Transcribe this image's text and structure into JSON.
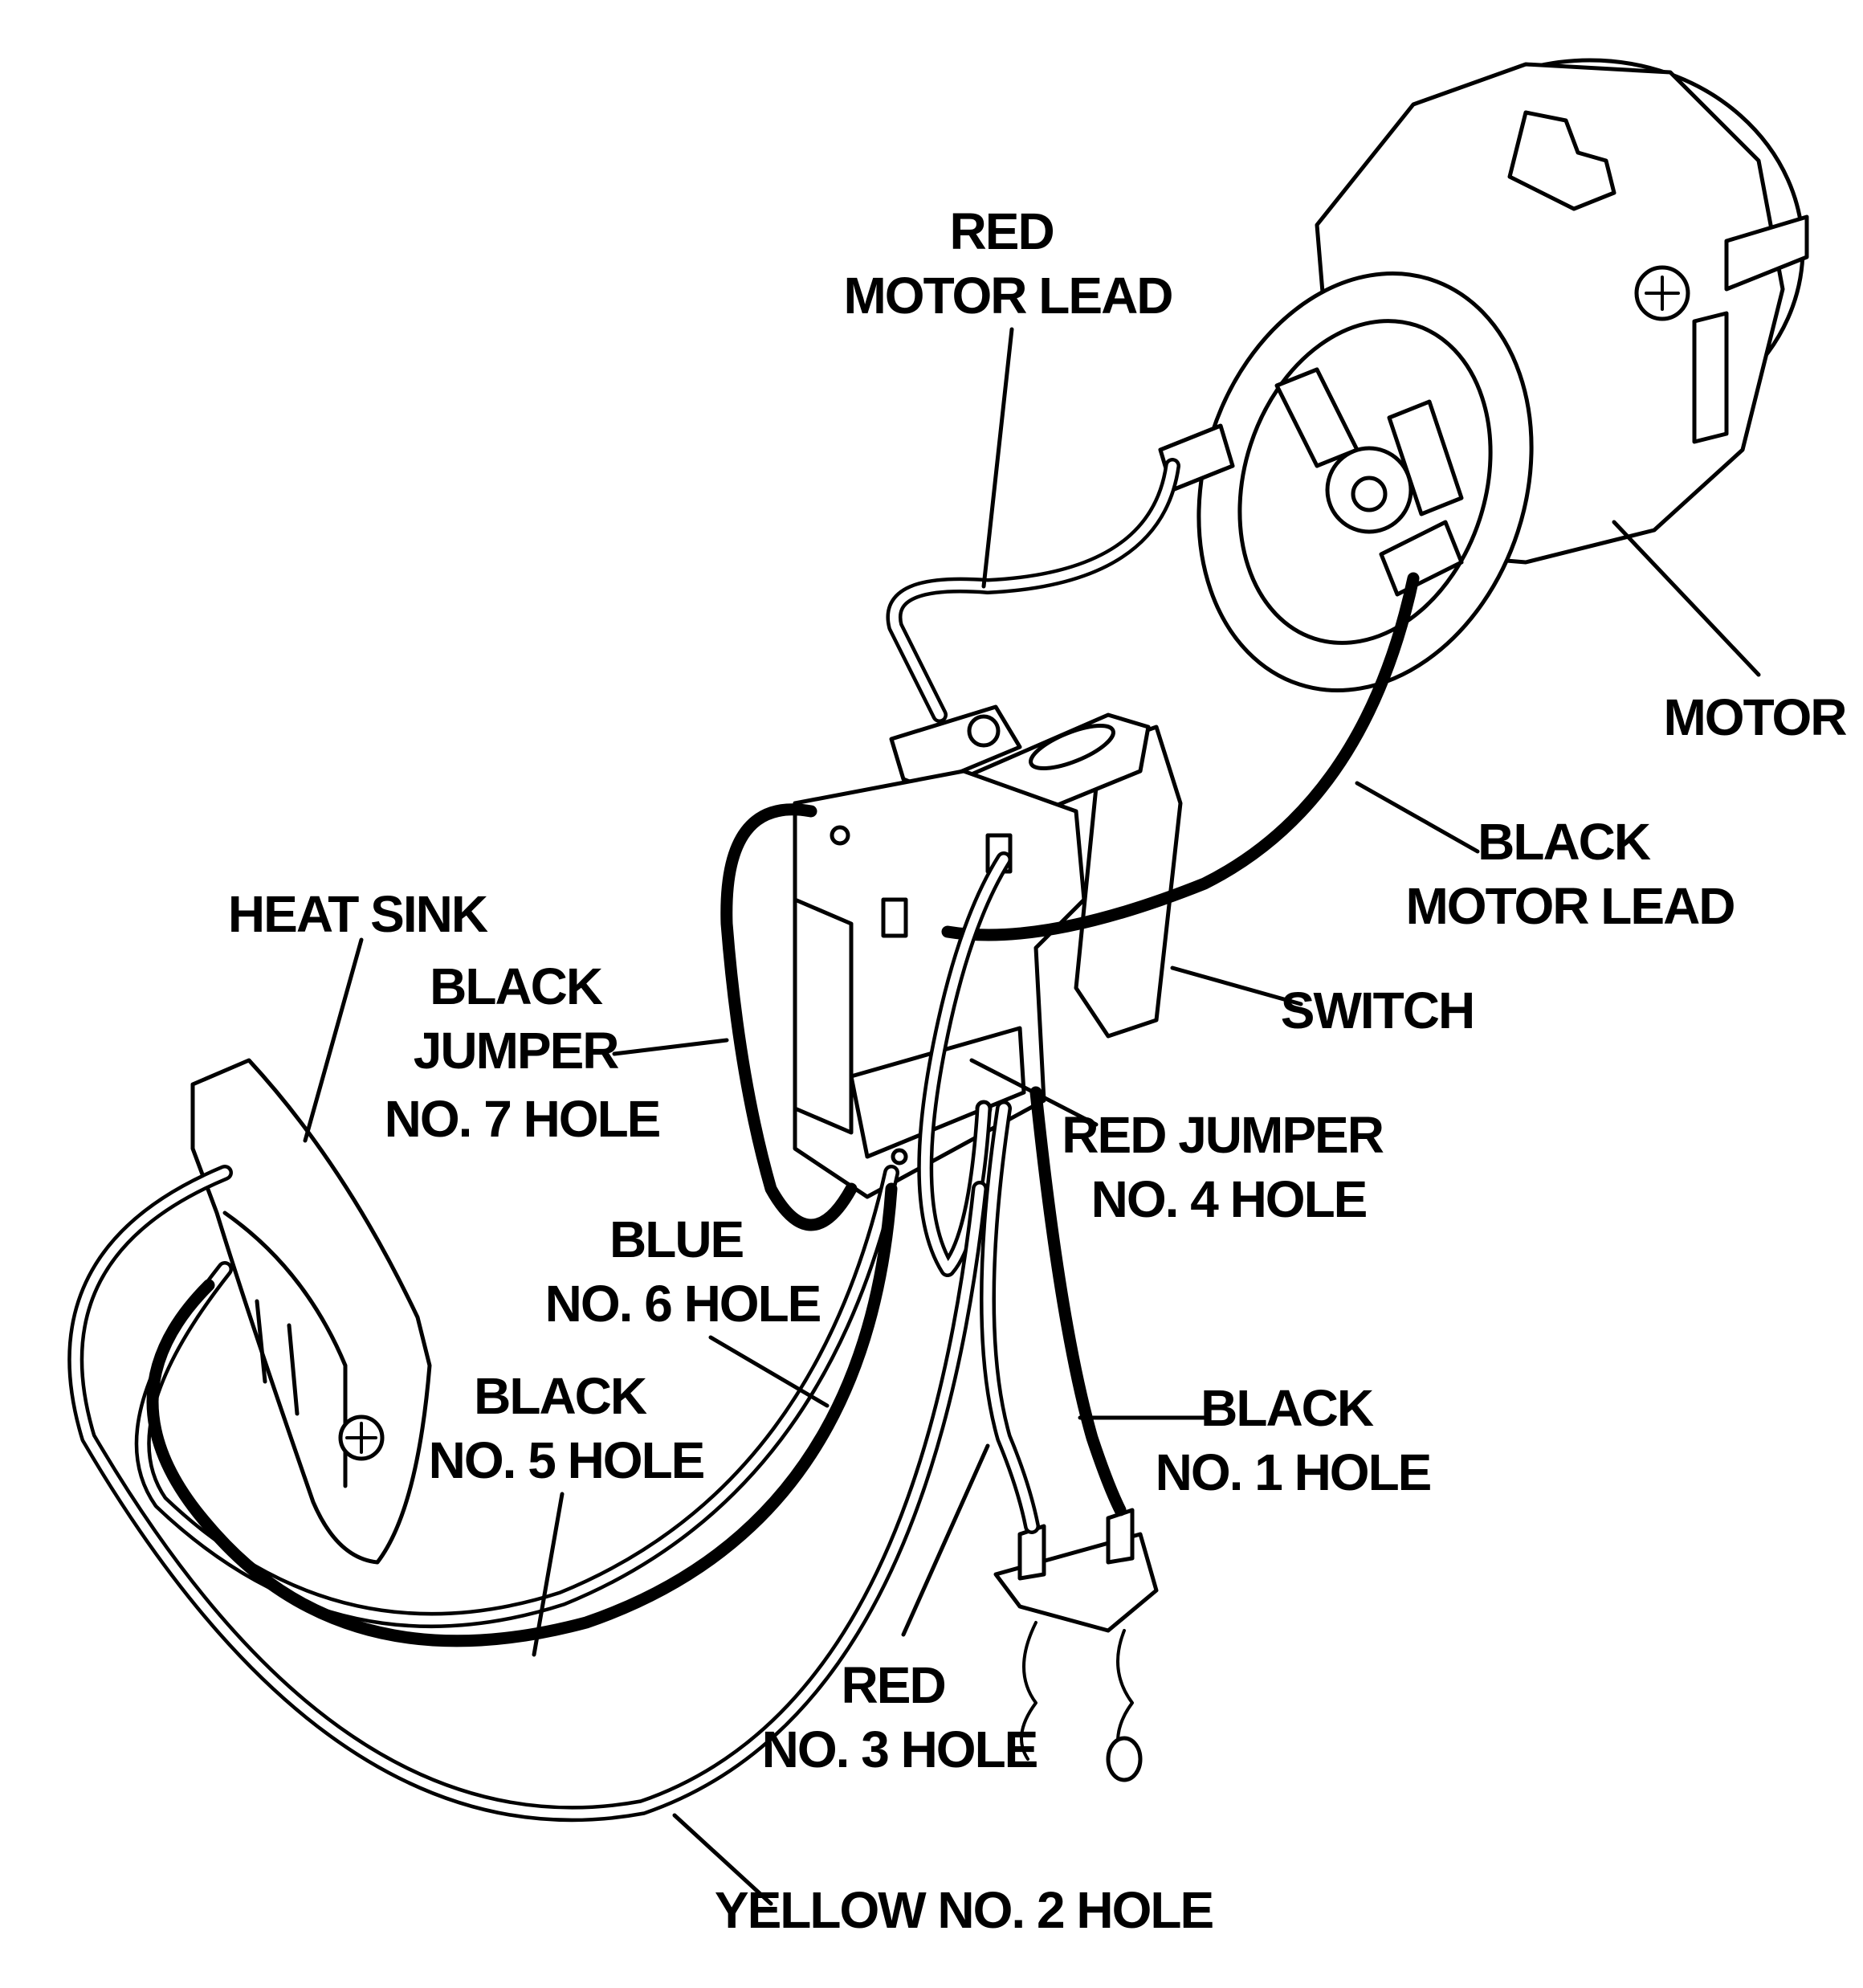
{
  "labels": {
    "red_motor_lead": [
      "RED",
      "MOTOR LEAD"
    ],
    "motor": "MOTOR",
    "black_motor_lead": [
      "BLACK",
      "MOTOR LEAD"
    ],
    "heat_sink": "HEAT SINK",
    "black_jumper": [
      "BLACK",
      "JUMPER",
      "NO. 7 HOLE"
    ],
    "switch": "SWITCH",
    "red_jumper": [
      "RED JUMPER",
      "NO. 4 HOLE"
    ],
    "blue": [
      "BLUE",
      "NO. 6 HOLE"
    ],
    "black_no5": [
      "BLACK",
      "NO. 5 HOLE"
    ],
    "black_no1": [
      "BLACK",
      "NO. 1 HOLE"
    ],
    "red_no3": [
      "RED",
      "NO. 3 HOLE"
    ],
    "yellow_no2": "YELLOW NO. 2 HOLE"
  }
}
